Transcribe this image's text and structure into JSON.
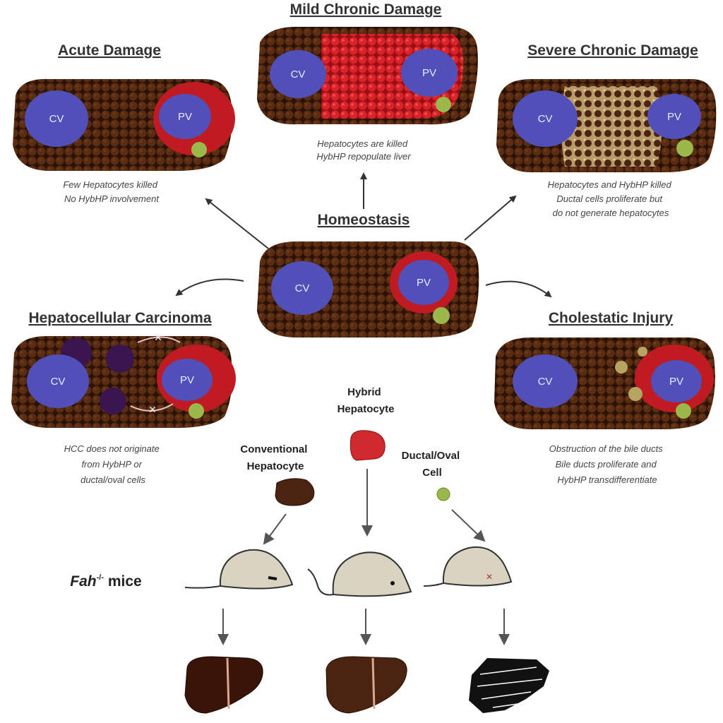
{
  "titles": {
    "mild": "Mild Chronic Damage",
    "acute": "Acute Damage",
    "severe": "Severe Chronic Damage",
    "homeostasis": "Homeostasis",
    "hcc": "Hepatocellular Carcinoma",
    "cholestatic": "Cholestatic Injury"
  },
  "captions": {
    "mild": [
      "Hepatocytes are killed",
      "HybHP repopulate liver"
    ],
    "acute": [
      "Few Hepatocytes killed",
      "No HybHP involvement"
    ],
    "severe": [
      "Hepatocytes and HybHP killed",
      "Ductal cells proliferate but",
      "do not generate hepatocytes"
    ],
    "hcc": [
      "HCC does not originate",
      "from HybHP or",
      "ductal/oval cells"
    ],
    "cholestatic": [
      "Obstruction of the bile ducts",
      "Bile ducts proliferate and",
      "HybHP transdifferentiate"
    ]
  },
  "vessel_labels": {
    "cv": "CV",
    "pv": "PV"
  },
  "cells": {
    "hybrid": [
      "Hybrid",
      "Hepatocyte"
    ],
    "conventional": [
      "Conventional",
      "Hepatocyte"
    ],
    "ductal": [
      "Ductal/Oval",
      "Cell"
    ]
  },
  "mice_label": {
    "gene": "Fah",
    "superscript": "-/-",
    "rest": " mice"
  },
  "colors": {
    "tissue": "#4a2410",
    "tissue_dark": "#2a1206",
    "hepatocyte_red": "#d6202a",
    "vessel_blue": "#5050b8",
    "ductal_green": "#9bb84a",
    "mouse_body": "#d9d4c2",
    "arrow_gray": "#555555"
  }
}
